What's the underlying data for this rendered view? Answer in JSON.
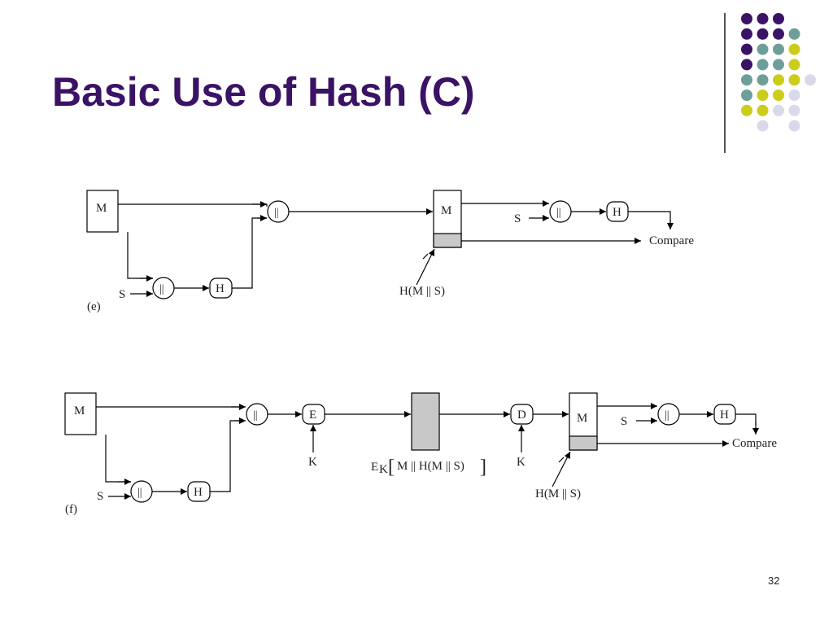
{
  "slide": {
    "title": "Basic Use of Hash (C)",
    "page_number": "32",
    "decor_colors": {
      "purple": "#3b1366",
      "teal": "#6e9e9a",
      "yellow": "#cccc1a",
      "lavender": "#d9d9ea"
    }
  },
  "diagram_e": {
    "label": "(e)",
    "message": "M",
    "secret": "S",
    "concat": "||",
    "hash": "H",
    "received_message": "M",
    "compare": "Compare",
    "hash_value": "H(M || S)"
  },
  "diagram_f": {
    "label": "(f)",
    "message": "M",
    "secret": "S",
    "concat": "||",
    "hash": "H",
    "encrypt": "E",
    "decrypt": "D",
    "key": "K",
    "cipher_prefix": "E",
    "cipher_sub": "K",
    "cipher_open": "[",
    "cipher_body": "M || H(M || S)",
    "cipher_close": "]",
    "received_message": "M",
    "compare": "Compare",
    "hash_value": "H(M || S)"
  }
}
